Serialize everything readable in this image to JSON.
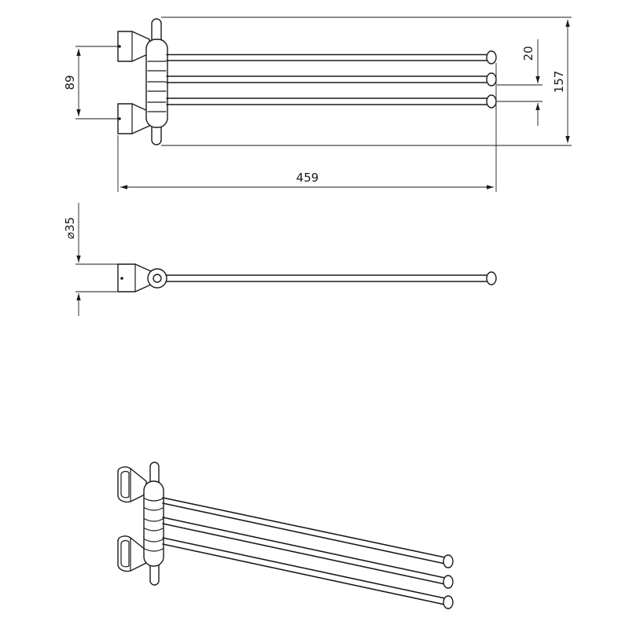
{
  "dimensions": {
    "mount_spacing": "89",
    "bar_spacing": "20",
    "total_height": "157",
    "total_length": "459",
    "diameter_symbol": "⌀",
    "diameter_value": "35"
  },
  "colors": {
    "line": "#1a1a1a",
    "background": "#ffffff"
  }
}
